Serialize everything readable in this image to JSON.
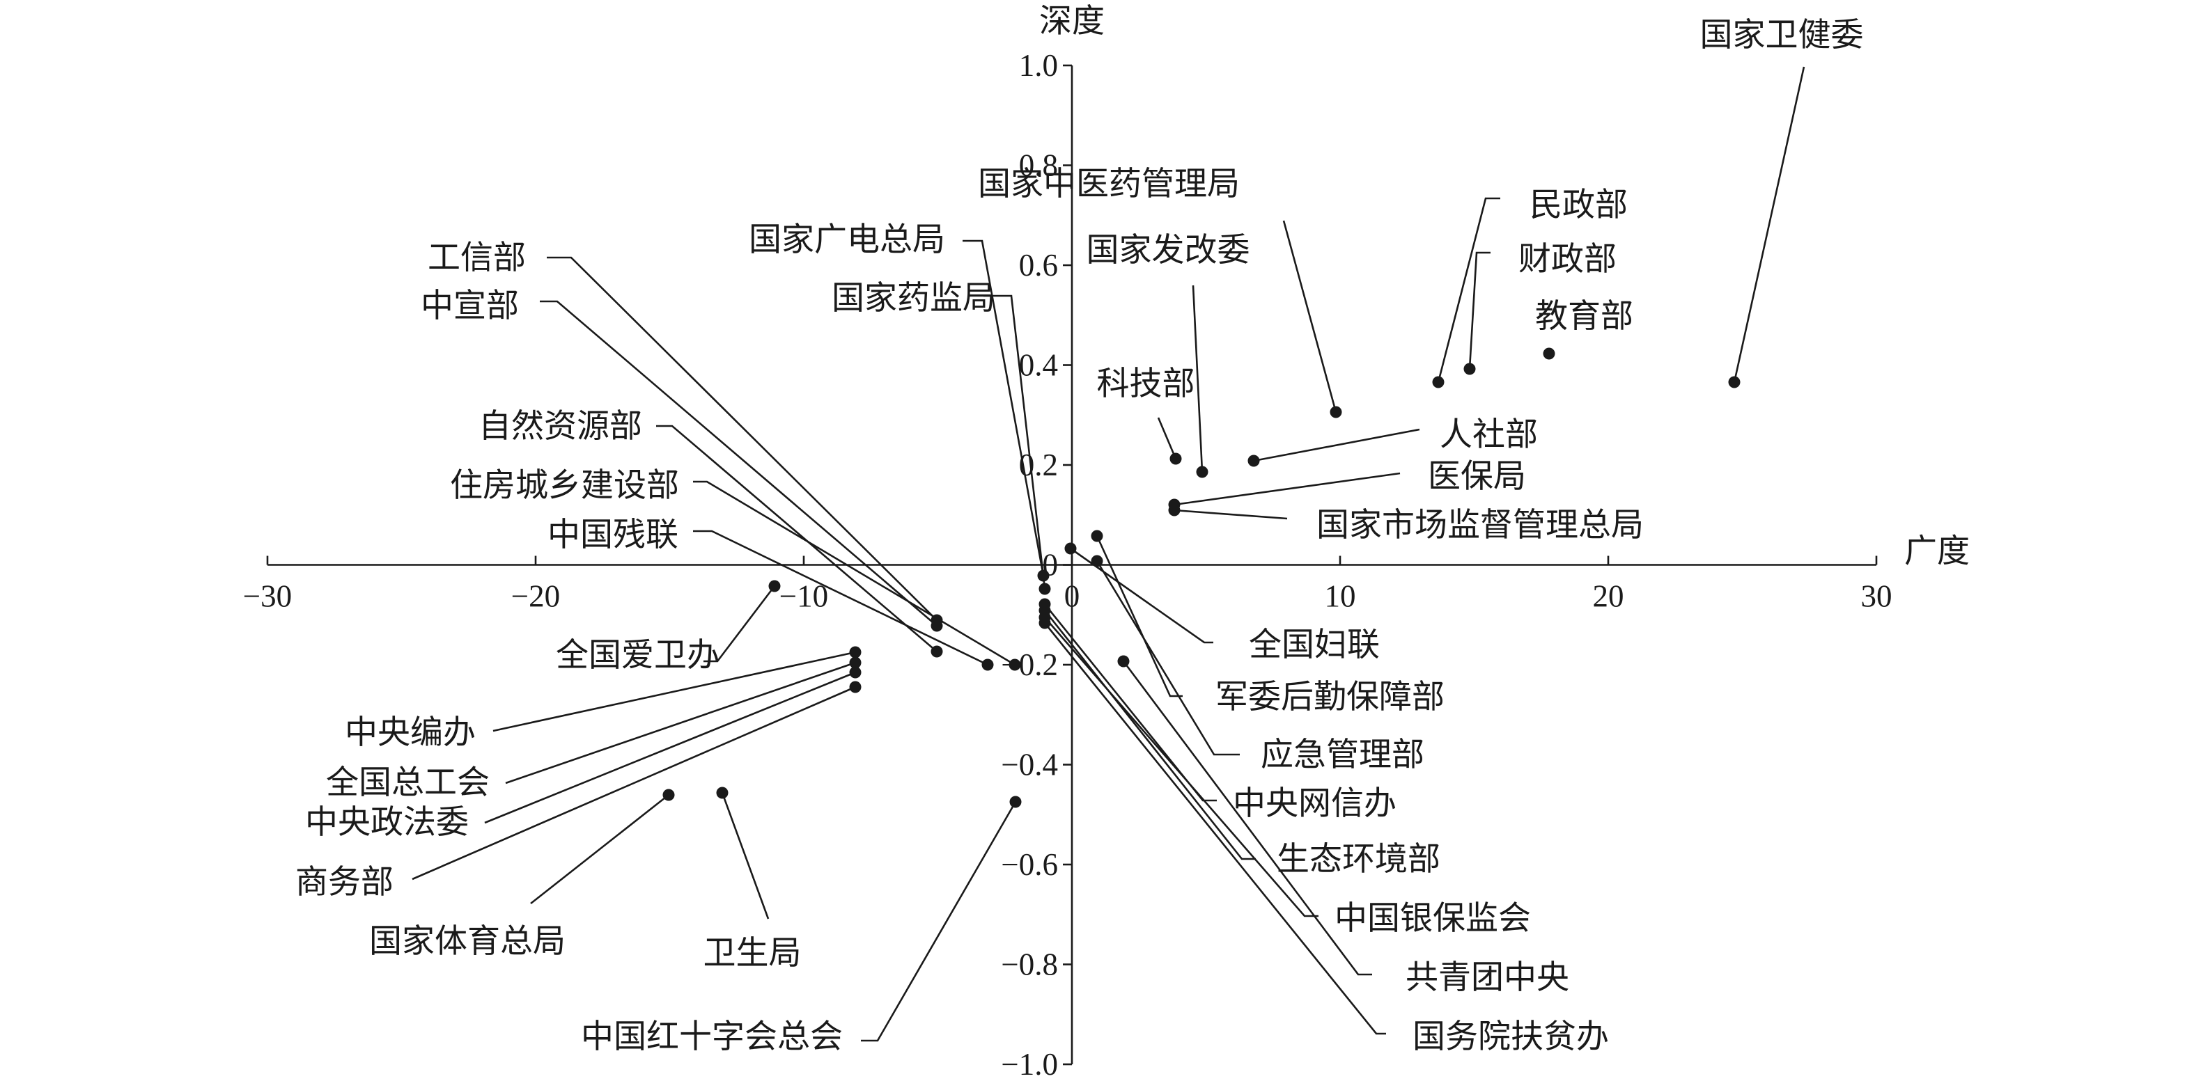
{
  "chart_data": {
    "type": "scatter",
    "xlabel": "广度",
    "ylabel": "深度",
    "xlim": [
      -30,
      30
    ],
    "ylim": [
      -1.0,
      1.0
    ],
    "xticks": [
      -30,
      -20,
      -10,
      0,
      10,
      20,
      30
    ],
    "yticks": [
      1.0,
      0.8,
      0.6,
      0.4,
      0.2,
      0,
      -0.2,
      -0.4,
      -0.6,
      -0.8,
      -1.0
    ],
    "xtick_labels": [
      "−30",
      "−20",
      "−10",
      "0",
      "10",
      "20",
      "30"
    ],
    "ytick_labels": [
      "1.0",
      "0.8",
      "0.6",
      "0.4",
      "0.2",
      "0",
      "−0.2",
      "−0.4",
      "−0.6",
      "−0.8",
      "−1.0"
    ],
    "grid": false,
    "points": [
      {
        "label": "国家卫健委",
        "x": 25,
        "y": 0.36
      },
      {
        "label": "民政部",
        "x": 14,
        "y": 0.36
      },
      {
        "label": "财政部",
        "x": 15,
        "y": 0.39
      },
      {
        "label": "教育部",
        "x": 18,
        "y": 0.4
      },
      {
        "label": "国家中医药管理局",
        "x": 10,
        "y": 0.3
      },
      {
        "label": "国家发改委",
        "x": 5,
        "y": 0.18
      },
      {
        "label": "科技部",
        "x": 4,
        "y": 0.2
      },
      {
        "label": "人社部",
        "x": 7,
        "y": 0.2
      },
      {
        "label": "医保局",
        "x": 4,
        "y": 0.12
      },
      {
        "label": "国家市场监督管理总局",
        "x": 4,
        "y": 0.1
      },
      {
        "label": "国家广电总局",
        "x": -1,
        "y": -0.02
      },
      {
        "label": "国家药监局",
        "x": -1,
        "y": -0.05
      },
      {
        "label": "工信部",
        "x": -5,
        "y": -0.11
      },
      {
        "label": "中宣部",
        "x": -5,
        "y": -0.12
      },
      {
        "label": "自然资源部",
        "x": -5,
        "y": -0.17
      },
      {
        "label": "住房城乡建设部",
        "x": -3,
        "y": -0.2
      },
      {
        "label": "中国残联",
        "x": -2,
        "y": -0.2
      },
      {
        "label": "全国爱卫办",
        "x": -11,
        "y": -0.05
      },
      {
        "label": "全国妇联",
        "x": 0,
        "y": 0.02
      },
      {
        "label": "军委后勤保障部",
        "x": 1,
        "y": 0.05
      },
      {
        "label": "应急管理部",
        "x": 1,
        "y": 0.0
      },
      {
        "label": "中央网信办",
        "x": -1,
        "y": -0.07
      },
      {
        "label": "生态环境部",
        "x": -1,
        "y": -0.08
      },
      {
        "label": "中国银保监会",
        "x": -1,
        "y": -0.09
      },
      {
        "label": "共青团中央",
        "x": 2,
        "y": -0.2
      },
      {
        "label": "国务院扶贫办",
        "x": -1,
        "y": -0.1
      },
      {
        "label": "中央编办",
        "x": -8,
        "y": -0.17
      },
      {
        "label": "全国总工会",
        "x": -8,
        "y": -0.2
      },
      {
        "label": "中央政法委",
        "x": -8,
        "y": -0.22
      },
      {
        "label": "商务部",
        "x": -8,
        "y": -0.25
      },
      {
        "label": "国家体育总局",
        "x": -15,
        "y": -0.46
      },
      {
        "label": "卫生局",
        "x": -13,
        "y": -0.46
      },
      {
        "label": "中国红十字会总会",
        "x": -2,
        "y": -0.47
      }
    ]
  }
}
